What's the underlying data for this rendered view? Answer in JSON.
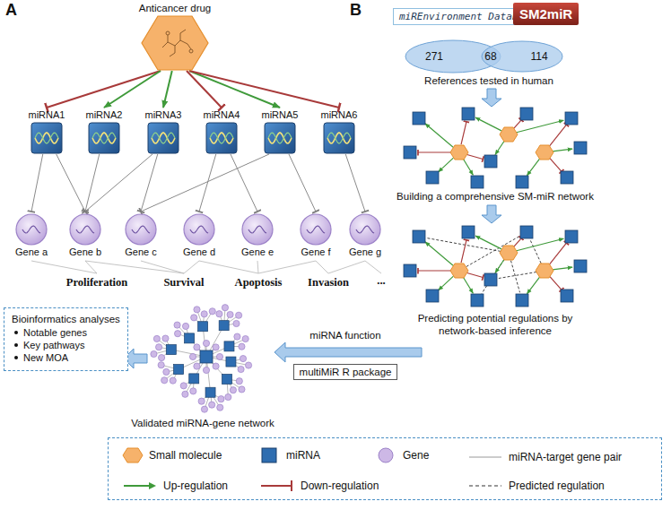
{
  "diagram": {
    "nodes": [
      {
        "text": [
          "Anticancer drug"
        ]
      },
      {
        "text": [
          "miRNA1"
        ]
      },
      {
        "text": [
          "miRNA2"
        ]
      },
      {
        "text": [
          "miRNA3"
        ]
      },
      {
        "text": [
          "miRNA4"
        ]
      },
      {
        "text": [
          "miRNA5"
        ]
      },
      {
        "text": [
          "miRNA6"
        ]
      },
      {
        "text": [
          "Gene a"
        ]
      },
      {
        "text": [
          "Gene b"
        ]
      },
      {
        "text": [
          "Gene c"
        ]
      },
      {
        "text": [
          "Gene d"
        ]
      },
      {
        "text": [
          "Gene e"
        ]
      },
      {
        "text": [
          "Gene f"
        ]
      },
      {
        "text": [
          "Gene g"
        ]
      },
      {
        "text": [
          "miREnvironment Database"
        ]
      },
      {
        "text": [
          "SM2miR"
        ]
      },
      {
        "text": [
          "multiMiR R package"
        ]
      },
      {
        "text": [
          "Bioinformatics analyses",
          "Notable genes",
          "Key pathways",
          "New MOA"
        ]
      }
    ],
    "edges": [
      {
        "from": 0,
        "to": 1,
        "arrow": "to"
      },
      {
        "from": 0,
        "to": 2,
        "arrow": "to"
      },
      {
        "from": 0,
        "to": 3,
        "arrow": "to"
      },
      {
        "from": 0,
        "to": 4,
        "arrow": "to"
      },
      {
        "from": 0,
        "to": 5,
        "arrow": "to"
      },
      {
        "from": 0,
        "to": 6,
        "arrow": "to"
      },
      {
        "from": 1,
        "to": 7,
        "arrow": "to"
      },
      {
        "from": 1,
        "to": 8,
        "arrow": "to"
      },
      {
        "from": 2,
        "to": 8,
        "arrow": "to"
      },
      {
        "from": 3,
        "to": 8,
        "arrow": "to"
      },
      {
        "from": 3,
        "to": 9,
        "arrow": "to"
      },
      {
        "from": 4,
        "to": 10,
        "arrow": "to"
      },
      {
        "from": 4,
        "to": 11,
        "arrow": "to"
      },
      {
        "from": 5,
        "to": 9,
        "arrow": "to"
      },
      {
        "from": 5,
        "to": 12,
        "arrow": "to"
      },
      {
        "from": 6,
        "to": 13,
        "arrow": "to"
      }
    ],
    "labels": [
      "A",
      "B",
      "Proliferation",
      "Survival",
      "Apoptosis",
      "Invasion",
      "...",
      "271",
      "68",
      "114",
      "References tested in human",
      "Building a comprehensive SM-miR network",
      "Predicting potential regulations by network-based inference",
      "miRNA function",
      "Validated miRNA-gene network"
    ],
    "legend": [
      {
        "text": "Small molecule"
      },
      {
        "text": "miRNA"
      },
      {
        "text": "Gene"
      },
      {
        "text": "miRNA-target gene pair"
      },
      {
        "text": "Up-regulation"
      },
      {
        "text": "Down-regulation"
      },
      {
        "text": "Predicted regulation"
      }
    ]
  }
}
